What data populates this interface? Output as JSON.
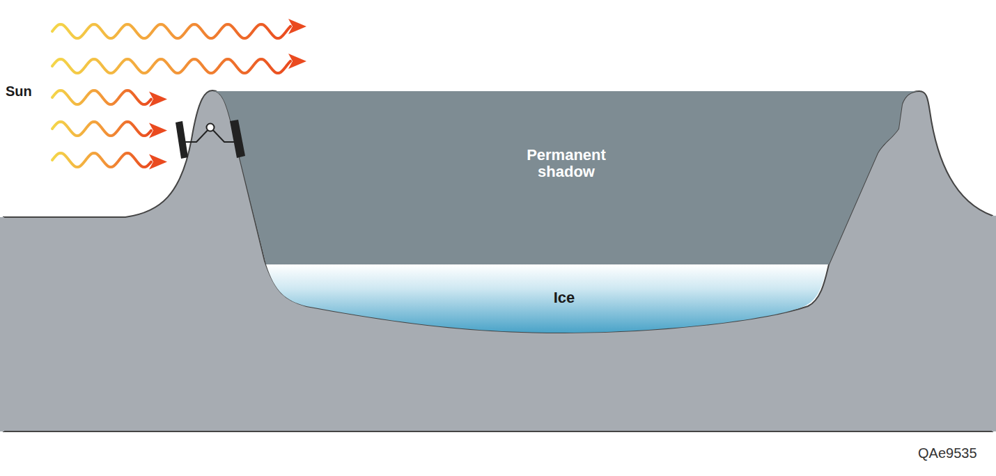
{
  "diagram": {
    "nodes": [
      {
        "text": [
          "Permanent shadow"
        ]
      },
      {
        "text": [
          "Ice"
        ]
      }
    ],
    "labels": [
      "Sun",
      "QAe9535"
    ]
  }
}
